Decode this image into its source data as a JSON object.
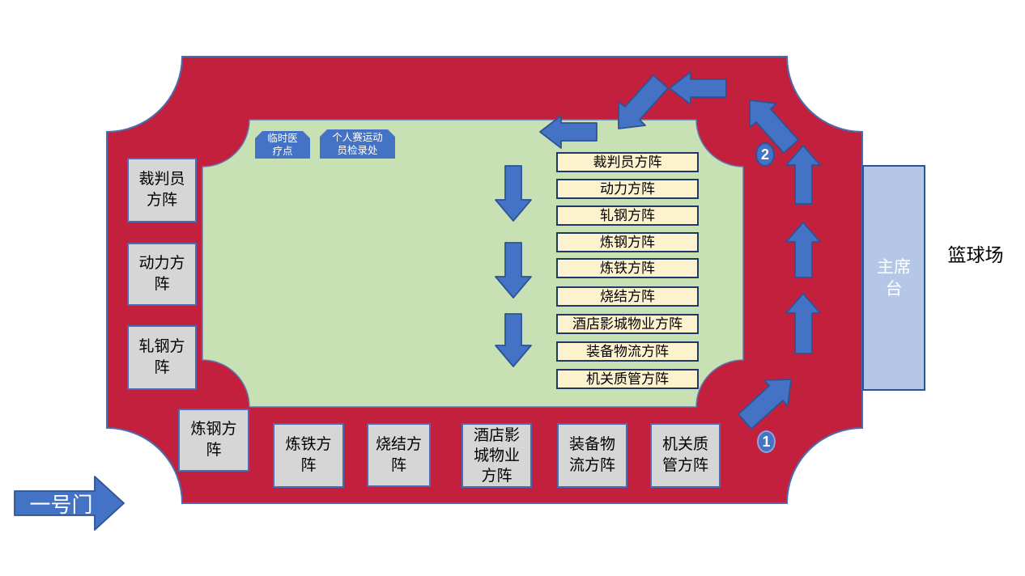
{
  "colors": {
    "track_red": "#C2203C",
    "field_green": "#C7E0B4",
    "arrow_blue": "#4472C4",
    "arrow_border_blue": "#2E5395",
    "stage_light_blue": "#B4C7E7",
    "gray_box": "#D6D6D6",
    "cream_box": "#FDF2CE"
  },
  "gate": {
    "label": "一号门"
  },
  "court_label": "篮球场",
  "stage_stand": {
    "line1": "主席",
    "line2": "台"
  },
  "medical": {
    "line1": "临时医",
    "line2": "疗点"
  },
  "checkin": {
    "line1": "个人赛运动",
    "line2": "员检录处"
  },
  "left_column": [
    {
      "line1": "裁判员",
      "line2": "方阵"
    },
    {
      "line1": "动力方",
      "line2": "阵"
    },
    {
      "line1": "轧钢方",
      "line2": "阵"
    }
  ],
  "bottom_row": [
    {
      "line1": "炼钢方",
      "line2": "阵",
      "line3": ""
    },
    {
      "line1": "炼铁方",
      "line2": "阵",
      "line3": ""
    },
    {
      "line1": "烧结方",
      "line2": "阵",
      "line3": ""
    },
    {
      "line1": "酒店影",
      "line2": "城物业",
      "line3": "方阵"
    },
    {
      "line1": "装备物",
      "line2": "流方阵",
      "line3": ""
    },
    {
      "line1": "机关质",
      "line2": "管方阵",
      "line3": ""
    }
  ],
  "lineup_list": [
    "裁判员方阵",
    "动力方阵",
    "轧钢方阵",
    "炼钢方阵",
    "炼铁方阵",
    "烧结方阵",
    "酒店影城物业方阵",
    "装备物流方阵",
    "机关质管方阵"
  ],
  "route_markers": {
    "first": "1",
    "second": "2"
  }
}
